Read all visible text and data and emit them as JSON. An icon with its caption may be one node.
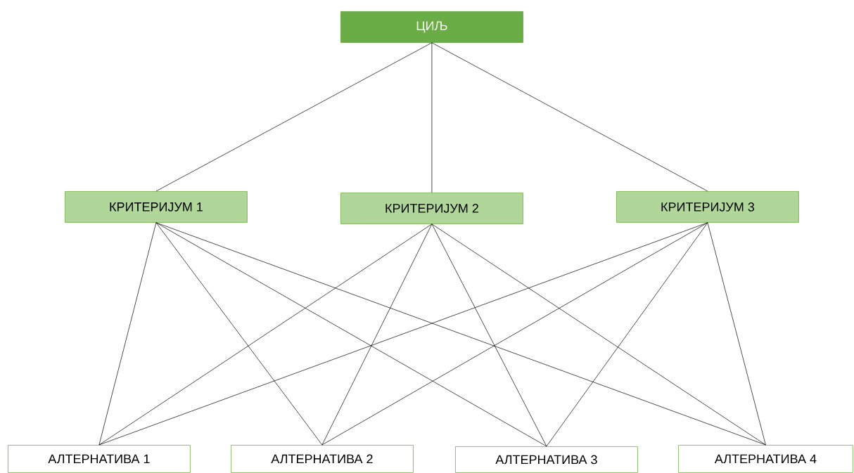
{
  "diagram": {
    "nodes": [
      {
        "text": [
          "ЦИЉ"
        ]
      },
      {
        "text": [
          "КРИТЕРИЈУМ 1"
        ]
      },
      {
        "text": [
          "КРИТЕРИЈУМ 2"
        ]
      },
      {
        "text": [
          "КРИТЕРИЈУМ 3"
        ]
      },
      {
        "text": [
          "АЛТЕРНАТИВА 1"
        ]
      },
      {
        "text": [
          "АЛТЕРНАТИВА 2"
        ]
      },
      {
        "text": [
          "АЛТЕРНАТИВА 3"
        ]
      },
      {
        "text": [
          "АЛТЕРНАТИВА 4"
        ]
      }
    ],
    "edges": [
      {
        "from": 0,
        "to": 1,
        "arrow": "none"
      },
      {
        "from": 0,
        "to": 2,
        "arrow": "none"
      },
      {
        "from": 0,
        "to": 3,
        "arrow": "none"
      },
      {
        "from": 1,
        "to": 4,
        "arrow": "none"
      },
      {
        "from": 1,
        "to": 5,
        "arrow": "none"
      },
      {
        "from": 1,
        "to": 6,
        "arrow": "none"
      },
      {
        "from": 1,
        "to": 7,
        "arrow": "none"
      },
      {
        "from": 2,
        "to": 4,
        "arrow": "none"
      },
      {
        "from": 2,
        "to": 5,
        "arrow": "none"
      },
      {
        "from": 2,
        "to": 6,
        "arrow": "none"
      },
      {
        "from": 2,
        "to": 7,
        "arrow": "none"
      },
      {
        "from": 3,
        "to": 4,
        "arrow": "none"
      },
      {
        "from": 3,
        "to": 5,
        "arrow": "none"
      },
      {
        "from": 3,
        "to": 6,
        "arrow": "none"
      },
      {
        "from": 3,
        "to": 7,
        "arrow": "none"
      }
    ]
  }
}
